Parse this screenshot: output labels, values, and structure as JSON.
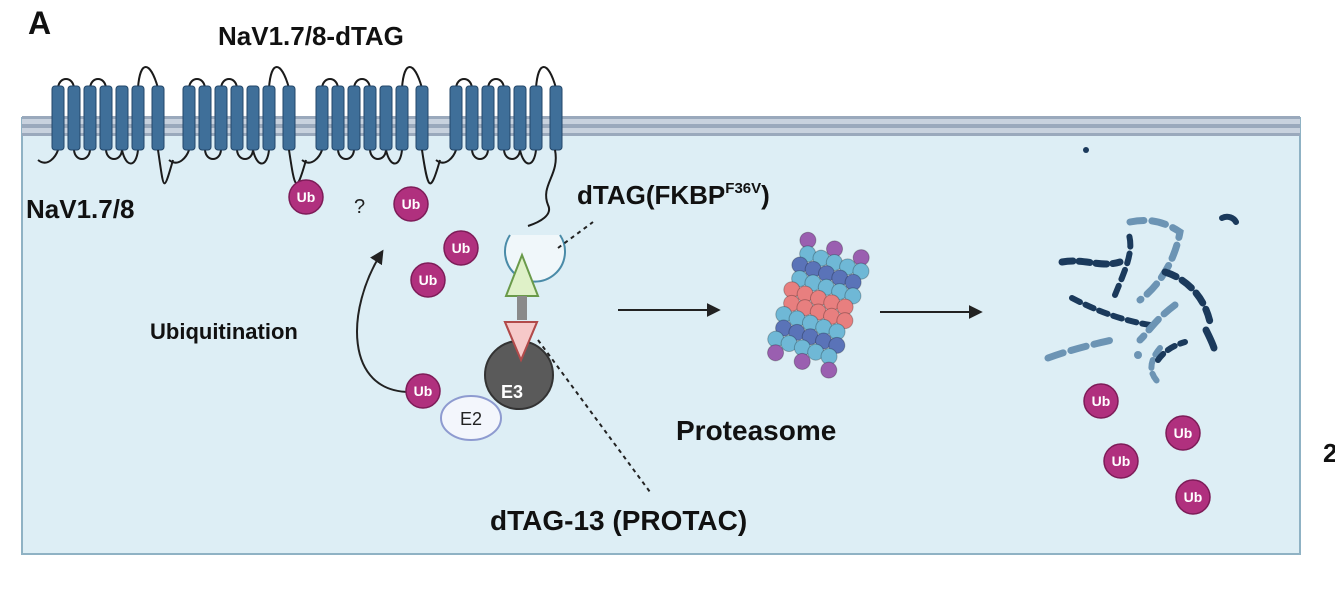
{
  "panel_letter": "A",
  "labels": {
    "construct": "NaV1.7/8-dTAG",
    "channel": "NaV1.7/8",
    "dtag": "dTAG(FKBP",
    "dtag_sup": "F36V",
    "dtag_close": ")",
    "question": "?",
    "ubiquitination": "Ubiquitination",
    "e3": "E3",
    "e2": "E2",
    "ub": "Ub",
    "proteasome": "Proteasome",
    "protac": "dTAG-13 (PROTAC)",
    "edge_fragment": "2"
  },
  "colors": {
    "cell_fill": "#ddeef5",
    "cell_border": "#8fb2c4",
    "membrane": "#9aa9bc",
    "helix": "#3f6f99",
    "ub": "#b0307e",
    "e3": "#5a5a5a",
    "dtag_ring": "#4a8ba8",
    "protac_green": "#dff1c8",
    "protac_red": "#f6c9c9",
    "fragment_dark": "#1b3a5c",
    "fragment_light": "#6c94b4"
  },
  "icons": [
    "ubiquitin-icon",
    "e3-ligase-icon",
    "e2-enzyme-icon",
    "proteasome-icon",
    "arrow-icon",
    "peptide-fragment-icon"
  ]
}
